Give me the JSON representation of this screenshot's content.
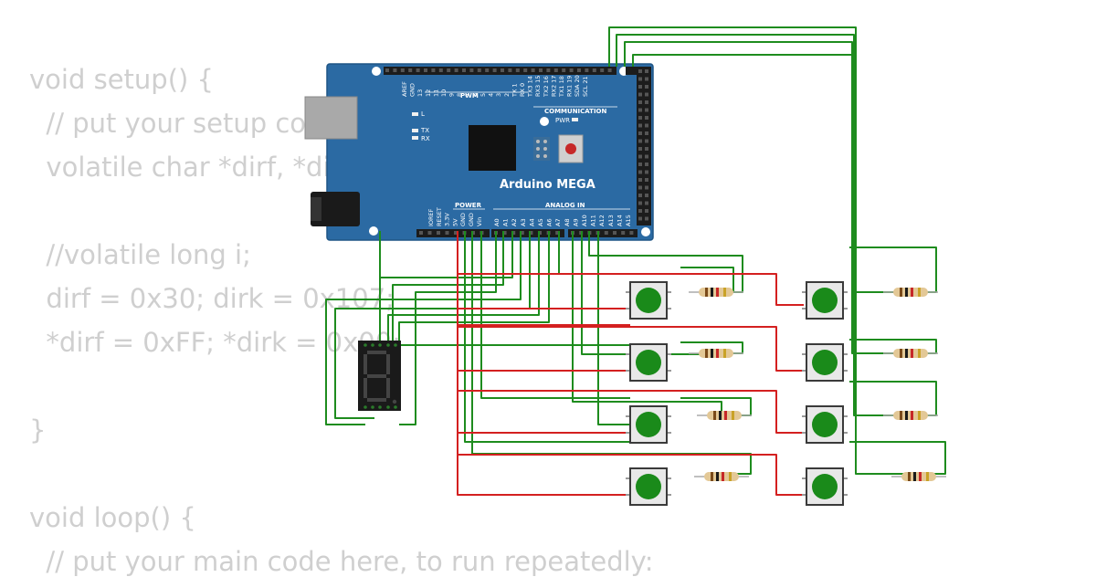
{
  "code": {
    "lines": [
      "void setup() {",
      "  // put your setup code here, to run once:",
      "  volatile char *dirf, *dirk;",
      "",
      "  //volatile long i;",
      "  dirf = 0x30; dirk = 0x107;",
      "  *dirf = 0xFF; *dirk = 0x00;",
      "",
      "}",
      "",
      "void loop() {",
      "  // put your main code here, to run repeatedly:"
    ]
  },
  "board": {
    "name": "Arduino MEGA",
    "header_top": [
      "AREF",
      "GND",
      "13",
      "12",
      "11",
      "10",
      "9",
      "8",
      "7",
      "6",
      "5",
      "4",
      "3",
      "2",
      "TX 1",
      "RX 0",
      "TX3 14",
      "RX3 15",
      "TX2 16",
      "RX2 17",
      "TX1 18",
      "RX1 19",
      "SDA 20",
      "SCL 21"
    ],
    "section_pwm": "PWM",
    "section_comm": "COMMUNICATION",
    "section_power": "POWER",
    "section_analog": "ANALOG IN",
    "power_pins": [
      "IOREF",
      "RESET",
      "3.3V",
      "5V",
      "GND",
      "GND",
      "Vin"
    ],
    "analog_pins": [
      "A0",
      "A1",
      "A2",
      "A3",
      "A4",
      "A5",
      "A6",
      "A7",
      "A8",
      "A9",
      "A10",
      "A11",
      "A12",
      "A13",
      "A14",
      "A15"
    ],
    "led_l": "L",
    "led_tx": "TX",
    "led_rx": "RX",
    "led_pwr": "PWR"
  },
  "colors": {
    "board": "#2b6aa3",
    "wire_green": "#1e8c1e",
    "wire_red": "#d42020",
    "button_cap": "#1a8a1a",
    "display_body": "#1a1a1a"
  }
}
